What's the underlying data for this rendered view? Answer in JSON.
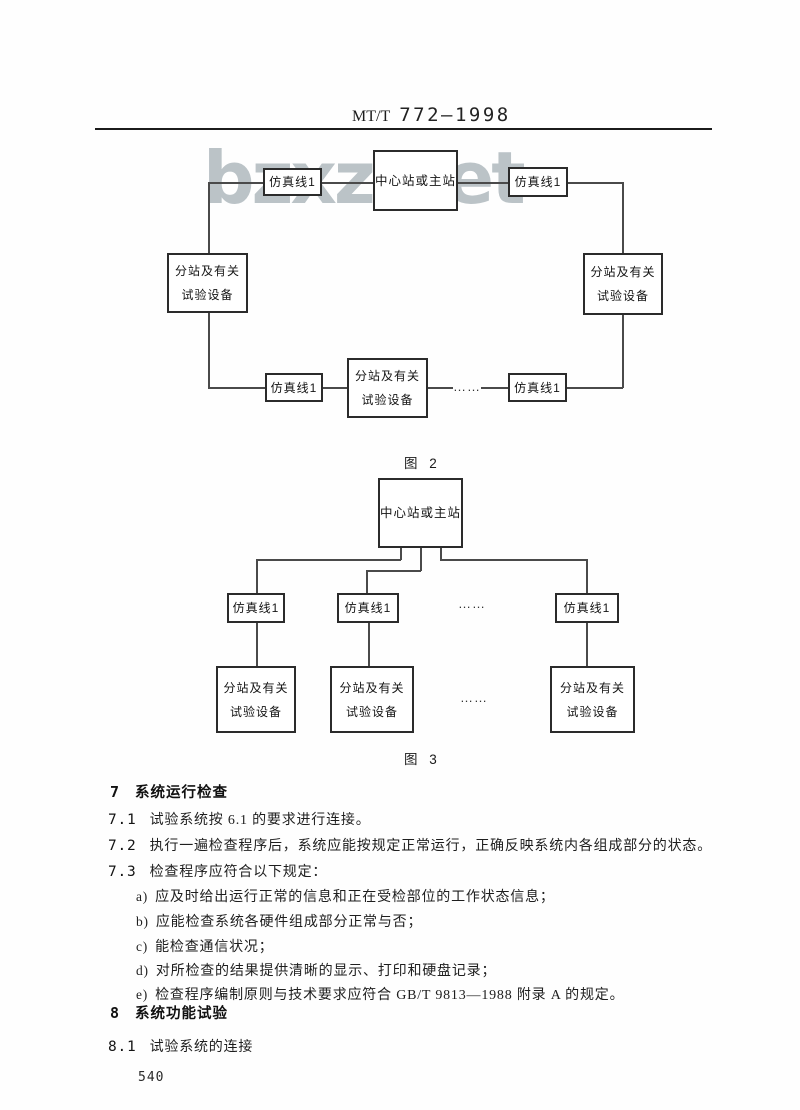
{
  "header": {
    "standard_prefix": "MT/T",
    "standard_number": "772—1998"
  },
  "watermark": {
    "text": "bzxz.net"
  },
  "figure2": {
    "caption": "图 2",
    "center_box": "中心站或主站",
    "sim_line_label": "仿真线1",
    "substation_line1": "分站及有关",
    "substation_line2": "试验设备",
    "ellipsis": "……"
  },
  "figure3": {
    "caption": "图 3",
    "center_box": "中心站或主站",
    "sim_line_label": "仿真线1",
    "substation_line1": "分站及有关",
    "substation_line2": "试验设备",
    "ellipsis": "……"
  },
  "sections": {
    "clause7": {
      "number": "7",
      "title": "系统运行检查"
    },
    "clause7_1": {
      "number": "7.1",
      "text": "试验系统按 6.1 的要求进行连接。"
    },
    "clause7_2": {
      "number": "7.2",
      "text": "执行一遍检查程序后，系统应能按规定正常运行，正确反映系统内各组成部分的状态。"
    },
    "clause7_3": {
      "number": "7.3",
      "text": "检查程序应符合以下规定："
    },
    "clause7_3_items": [
      {
        "label": "a)",
        "text": "应及时给出运行正常的信息和正在受检部位的工作状态信息；"
      },
      {
        "label": "b)",
        "text": "应能检查系统各硬件组成部分正常与否；"
      },
      {
        "label": "c)",
        "text": "能检查通信状况；"
      },
      {
        "label": "d)",
        "text": "对所检查的结果提供清晰的显示、打印和硬盘记录；"
      },
      {
        "label": "e)",
        "text": "检查程序编制原则与技术要求应符合 GB/T 9813—1988 附录 A 的规定。"
      }
    ],
    "clause8": {
      "number": "8",
      "title": "系统功能试验"
    },
    "clause8_1": {
      "number": "8.1",
      "title": "试验系统的连接"
    }
  },
  "footer": {
    "page_number": "540"
  }
}
